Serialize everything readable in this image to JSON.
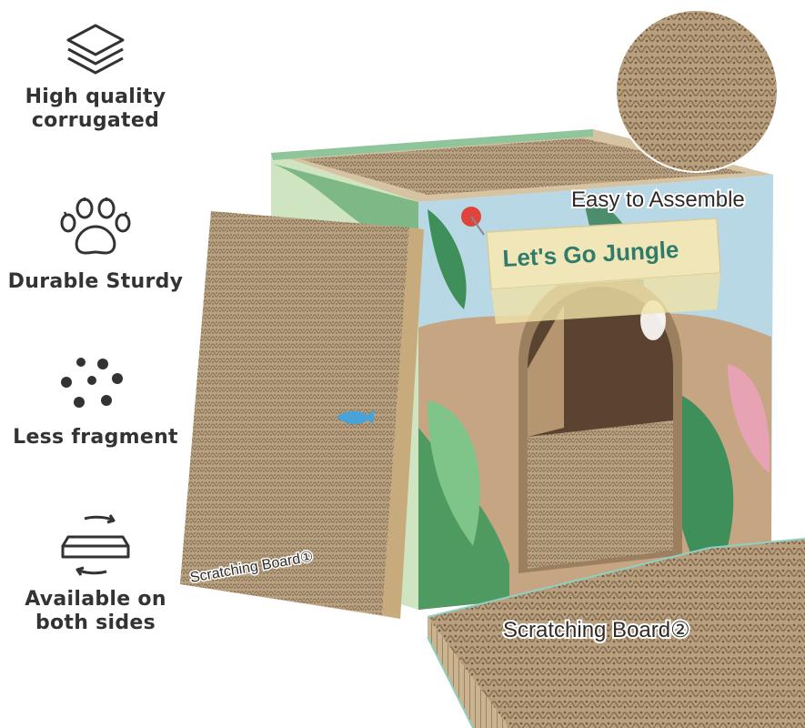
{
  "features": [
    {
      "icon": "layers-icon",
      "label_lines": [
        "High quality",
        "corrugated"
      ]
    },
    {
      "icon": "paw-icon",
      "label_lines": [
        "Durable Sturdy"
      ]
    },
    {
      "icon": "dots-icon",
      "label_lines": [
        "Less fragment"
      ]
    },
    {
      "icon": "reversible-tray-icon",
      "label_lines": [
        "Available on",
        "both sides"
      ]
    }
  ],
  "callouts": {
    "assemble": "Easy to Assemble",
    "board1": "Scratching Board①",
    "board2": "Scratching Board②"
  },
  "box_sign": "Let's Go Jungle",
  "colors": {
    "text": "#333333",
    "cardboard": "#b49a79",
    "cardboard_dark": "#8a7257",
    "sky": "#b8d8e6",
    "leaf": "#3f8f5a",
    "leaf_light": "#9fce8f",
    "sign": "#f0e6b8",
    "sign_text": "#2f7c6a",
    "fish": "#4aa3d8"
  }
}
